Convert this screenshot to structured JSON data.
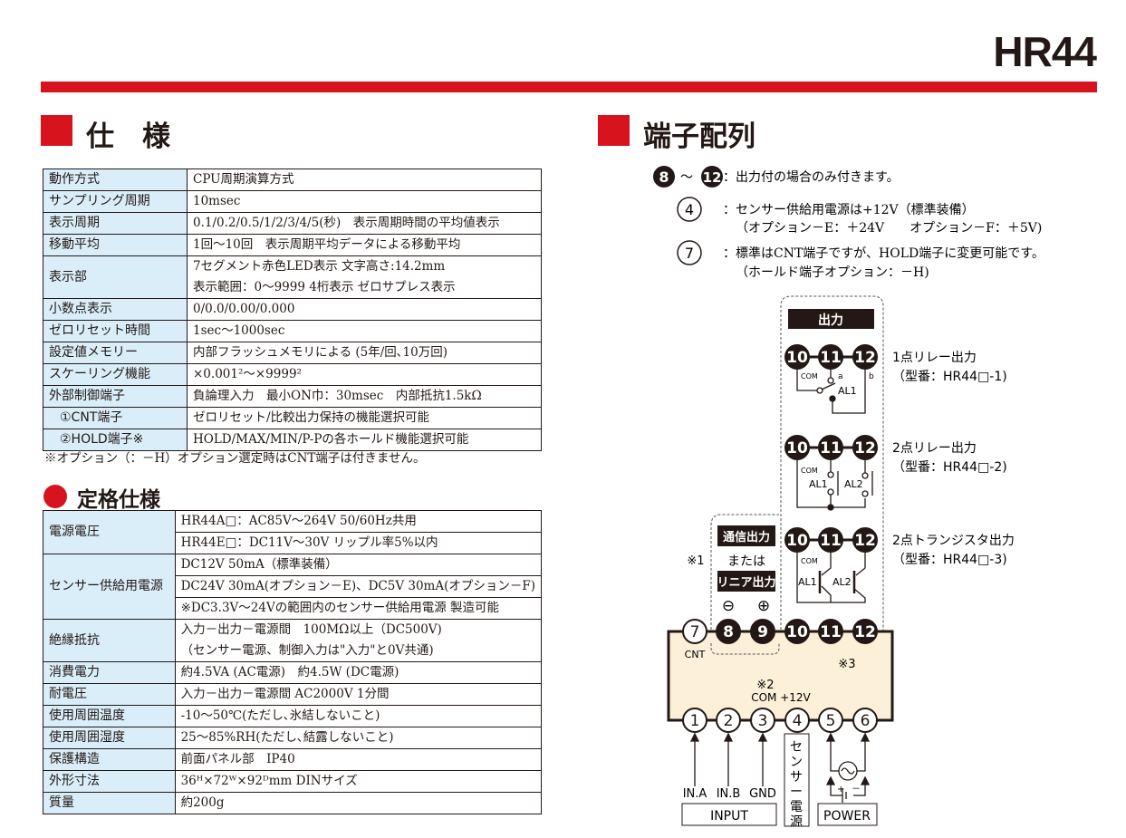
{
  "header": {
    "model": "HR44"
  },
  "spec": {
    "title": "仕　様",
    "rows": [
      {
        "label": "動作方式",
        "cells": [
          [
            "CPU周期演算方式"
          ]
        ]
      },
      {
        "label": "サンプリング周期",
        "cells": [
          [
            "10msec"
          ]
        ]
      },
      {
        "label": "表示周期",
        "cells": [
          [
            "0.1/0.2/0.5/1/2/3/4/5(秒)　表示周期時間の平均値表示"
          ]
        ]
      },
      {
        "label": "移動平均",
        "cells": [
          [
            "1回～10回　表示周期平均データによる移動平均"
          ]
        ]
      },
      {
        "label": "表示部",
        "cells": [
          [
            "7セグメント赤色LED表示 文字高さ:14.2mm",
            "表示範囲：0～9999  4桁表示 ゼロサプレス表示"
          ]
        ]
      },
      {
        "label": "小数点表示",
        "cells": [
          [
            "0/0.0/0.00/0.000"
          ]
        ]
      },
      {
        "label": "ゼロリセット時間",
        "cells": [
          [
            "1sec～1000sec"
          ]
        ]
      },
      {
        "label": "設定値メモリー",
        "cells": [
          [
            "内部フラッシュメモリによる (5年/回､10万回)"
          ]
        ]
      },
      {
        "label": "スケーリング機能",
        "cells": [
          [
            "×0.001²～×9999²"
          ]
        ]
      },
      {
        "label": "外部制御端子",
        "cells": [
          [
            "負論理入力　最小ON巾：30msec　内部抵抗1.5kΩ"
          ]
        ]
      },
      {
        "label": "①CNT端子",
        "indent": true,
        "cells": [
          [
            "ゼロリセット/比較出力保持の機能選択可能"
          ]
        ]
      },
      {
        "label": "②HOLD端子※",
        "indent": true,
        "cells": [
          [
            "HOLD/MAX/MIN/P-Pの各ホールド機能選択可能"
          ]
        ]
      }
    ],
    "note": "※オプション（：－H）オプション選定時はCNT端子は付きません。"
  },
  "rating": {
    "title": "定格仕様",
    "rows": [
      {
        "label": "電源電圧",
        "cells": [
          [
            "HR44A□：AC85V～264V 50/60Hz共用"
          ],
          [
            "HR44E□：DC11V～30V リップル率5%以内"
          ]
        ]
      },
      {
        "label": "センサー供給用電源",
        "cells": [
          [
            "DC12V 50mA（標準装備）"
          ],
          [
            "DC24V 30mA(オプション－E)、DC5V 30mA(オプション－F)"
          ],
          [
            "※DC3.3V～24Vの範囲内のセンサー供給用電源 製造可能"
          ]
        ]
      },
      {
        "label": "絶縁抵抗",
        "cells": [
          [
            "入力－出力－電源間　100MΩ以上（DC500V)",
            "（センサー電源、制御入力は\"入力\"と0V共通)"
          ]
        ]
      },
      {
        "label": "消費電力",
        "cells": [
          [
            "約4.5VA (AC電源)　約4.5W (DC電源)"
          ]
        ]
      },
      {
        "label": "耐電圧",
        "cells": [
          [
            "入力－出力－電源間 AC2000V 1分間"
          ]
        ]
      },
      {
        "label": "使用周囲温度",
        "cells": [
          [
            "-10～50℃(ただし､氷結しないこと)"
          ]
        ]
      },
      {
        "label": "使用周囲湿度",
        "cells": [
          [
            "25～85%RH(ただし､結露しないこと)"
          ]
        ]
      },
      {
        "label": "保護構造",
        "cells": [
          [
            "前面パネル部　IP40"
          ]
        ]
      },
      {
        "label": "外形寸法",
        "cells": [
          [
            "36ᴴ×72ᵂ×92ᴰmm DINサイズ"
          ]
        ]
      },
      {
        "label": "質量",
        "cells": [
          [
            "約200g"
          ]
        ]
      }
    ]
  },
  "terminal": {
    "title": "端子配列",
    "notes": {
      "n8": "8",
      "tilde": "～",
      "n12": "12",
      "line1": "：出力付の場合のみ付きます。",
      "n4": "4",
      "line2a": "：センサー供給用電源は+12V（標準装備）",
      "line2b": "（オプション－E：＋24V　　オプション－F：＋5V)",
      "n7": "7",
      "line3a": "：標準はCNT端子ですが、HOLD端子に変更可能です。",
      "line3b": "（ホールド端子オプション：－H)"
    },
    "output_label": "出力",
    "comm_label": "通信出力",
    "or_label": "または",
    "linear_label": "リニア出力",
    "minus": "⊖",
    "plus": "⊕",
    "mark1": "※1",
    "mark2": "※2",
    "mark3": "※3",
    "com": "COM",
    "a": "a",
    "b": "b",
    "al1": "AL1",
    "al2": "AL2",
    "outputs": [
      {
        "name": "1点リレー出力",
        "model": "（型番：HR44□-1)"
      },
      {
        "name": "2点リレー出力",
        "model": "（型番：HR44□-2)"
      },
      {
        "name": "2点トランジスタ出力",
        "model": "（型番：HR44□-3)"
      }
    ],
    "out_terminals": [
      "10",
      "11",
      "12"
    ],
    "top_terminals": [
      "7",
      "8",
      "9",
      "10",
      "11",
      "12"
    ],
    "bottom_terminals": [
      "1",
      "2",
      "3",
      "4",
      "5",
      "6"
    ],
    "cnt": "CNT",
    "com_12v": "COM  +12V",
    "in_a": "IN.A",
    "in_b": "IN.B",
    "gnd": "GND",
    "input": "INPUT",
    "sensor_power": [
      "セ",
      "ン",
      "サ",
      "ー",
      "電",
      "源"
    ],
    "power": "POWER",
    "batt_plus": "+",
    "batt_minus": "－"
  },
  "colors": {
    "accent": "#d7141e",
    "label_bg": "#d9eef9",
    "body_fill": "#fdf0d8"
  }
}
